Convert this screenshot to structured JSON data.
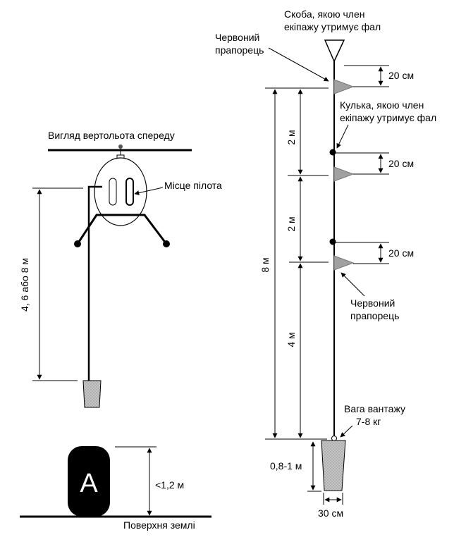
{
  "left": {
    "title": "Вигляд вертольота спереду",
    "pilot_label": "Місце пілота",
    "drop_height": "4, 6 або 8 м",
    "ground_label": "Поверхня землі",
    "ground_clearance": "<1,2 м",
    "marker_letter": "A"
  },
  "right": {
    "hook_line1": "Скоба, якою член",
    "hook_line2": "екіпажу утримує фал",
    "flag_top_line1": "Червоний",
    "flag_top_line2": "прапорець",
    "ball_line1": "Кулька, якою член",
    "ball_line2": "екіпажу утримує фал",
    "flag_bottom_line1": "Червоний",
    "flag_bottom_line2": "прапорець",
    "gap1": "20 см",
    "gap2": "20 см",
    "gap3": "20 см",
    "seg1": "2 м",
    "seg2": "2 м",
    "seg3": "4 м",
    "total": "8 м",
    "weight_line1": "Вага вантажу",
    "weight_line2": "7-8 кг",
    "weight_height": "0,8-1 м",
    "weight_width": "30 см"
  },
  "colors": {
    "flag": "#a0a0a0",
    "weight": "#bdbdbd",
    "marker": "#000000"
  }
}
